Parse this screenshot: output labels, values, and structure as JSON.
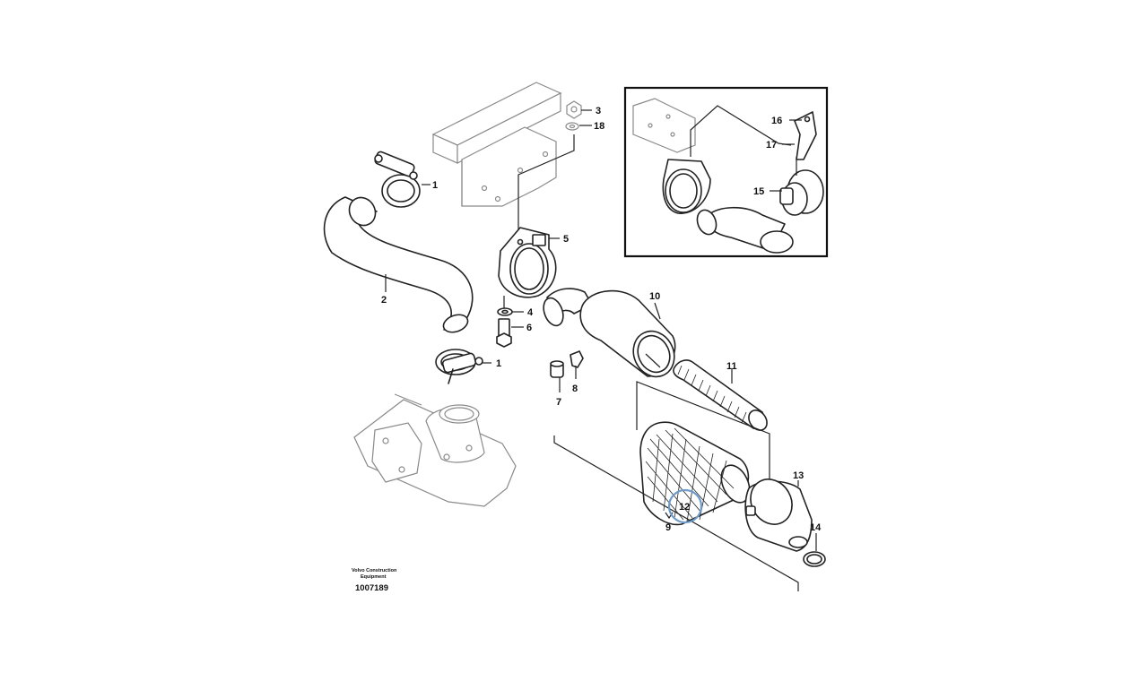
{
  "callouts": [
    {
      "id": "callout-1a",
      "text": "1"
    },
    {
      "id": "callout-1b",
      "text": "1"
    },
    {
      "id": "callout-2",
      "text": "2"
    },
    {
      "id": "callout-3",
      "text": "3"
    },
    {
      "id": "callout-4",
      "text": "4"
    },
    {
      "id": "callout-5",
      "text": "5"
    },
    {
      "id": "callout-6",
      "text": "6"
    },
    {
      "id": "callout-7",
      "text": "7"
    },
    {
      "id": "callout-8",
      "text": "8"
    },
    {
      "id": "callout-9",
      "text": "9"
    },
    {
      "id": "callout-10",
      "text": "10"
    },
    {
      "id": "callout-11",
      "text": "11"
    },
    {
      "id": "callout-12",
      "text": "12"
    },
    {
      "id": "callout-13",
      "text": "13"
    },
    {
      "id": "callout-14",
      "text": "14"
    },
    {
      "id": "callout-15",
      "text": "15"
    },
    {
      "id": "callout-16",
      "text": "16"
    },
    {
      "id": "callout-17",
      "text": "17"
    },
    {
      "id": "callout-18",
      "text": "18"
    }
  ],
  "highlighted_callout": "12",
  "colors": {
    "highlight_ring": "#6f9bc9",
    "line": "#222222",
    "faint_line": "#8a8a8a"
  },
  "footer": {
    "brand_line1": "Volvo Construction",
    "brand_line2": "Equipment",
    "doc_number": "1007189"
  }
}
